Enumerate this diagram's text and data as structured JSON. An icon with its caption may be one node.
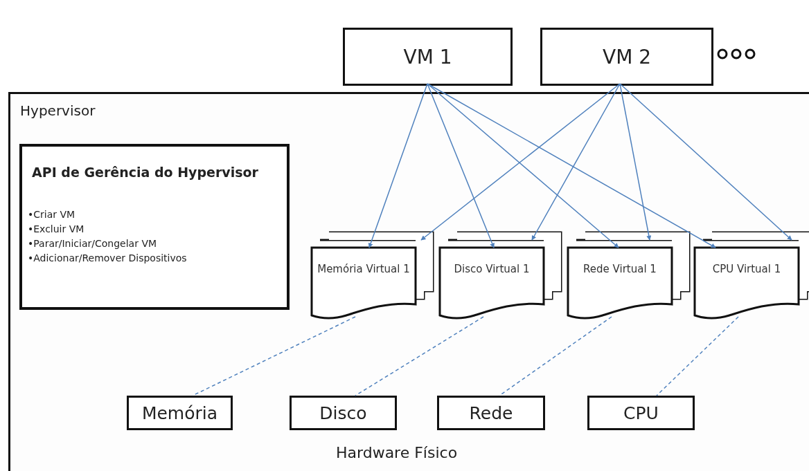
{
  "diagram": {
    "nodes": [
      {
        "text": [
          "VM 1"
        ]
      },
      {
        "text": [
          "VM 2"
        ]
      },
      {
        "text": [
          "Hypervisor"
        ]
      },
      {
        "text": [
          "API de Gerência do Hypervisor",
          "•Criar VM",
          "•Excluir VM",
          "•Parar/Iniciar/Congelar VM",
          "•Adicionar/Remover Dispositivos"
        ],
        "in": 2
      },
      {
        "text": [
          "Memória Virtual 1"
        ],
        "in": 2
      },
      {
        "text": [
          "Disco Virtual 1"
        ],
        "in": 2
      },
      {
        "text": [
          "Rede Virtual 1"
        ],
        "in": 2
      },
      {
        "text": [
          "CPU Virtual 1"
        ],
        "in": 2
      },
      {
        "text": [
          "Hardware Físico"
        ]
      },
      {
        "text": [
          "Memória"
        ],
        "in": 8
      },
      {
        "text": [
          "Disco"
        ],
        "in": 8
      },
      {
        "text": [
          "Rede"
        ],
        "in": 8
      },
      {
        "text": [
          "CPU"
        ],
        "in": 8
      }
    ],
    "edges": [
      {
        "from": 0,
        "to": 4,
        "arrow": "to"
      },
      {
        "from": 0,
        "to": 5,
        "arrow": "to"
      },
      {
        "from": 0,
        "to": 6,
        "arrow": "to"
      },
      {
        "from": 0,
        "to": 7,
        "arrow": "to"
      },
      {
        "from": 1,
        "to": 4,
        "arrow": "to"
      },
      {
        "from": 1,
        "to": 5,
        "arrow": "to"
      },
      {
        "from": 1,
        "to": 6,
        "arrow": "to"
      },
      {
        "from": 1,
        "to": 7,
        "arrow": "to"
      },
      {
        "from": 4,
        "to": 9,
        "arrow": "none",
        "style": "dashed"
      },
      {
        "from": 5,
        "to": 10,
        "arrow": "none",
        "style": "dashed"
      },
      {
        "from": 6,
        "to": 11,
        "arrow": "none",
        "style": "dashed"
      },
      {
        "from": 7,
        "to": 12,
        "arrow": "none",
        "style": "dashed"
      }
    ]
  }
}
